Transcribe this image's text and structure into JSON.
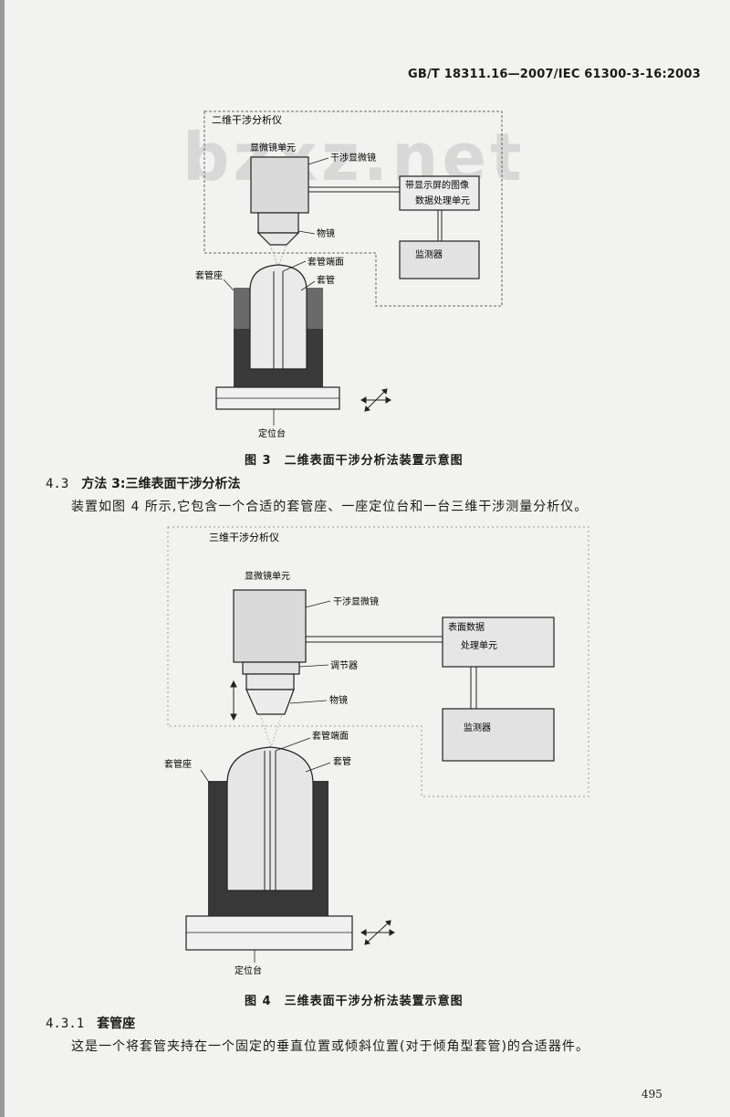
{
  "header": "GB/T 18311.16—2007/IEC 61300-3-16:2003",
  "watermark": "bzxz.net",
  "figure3": {
    "box_title": "二维干涉分析仪",
    "microscope_unit": "显微镜单元",
    "interference_microscope": "干涉显微镜",
    "processing_unit_line1": "带显示屏的图像",
    "processing_unit_line2": "数据处理单元",
    "objective": "物镜",
    "ferrule_end_face": "套管端面",
    "ferrule": "套管",
    "ferrule_holder": "套管座",
    "monitor": "监测器",
    "stage": "定位台",
    "caption": "图 3　二维表面干涉分析法装置示意图"
  },
  "section_4_3": {
    "number": "4.3",
    "title": "方法 3:三维表面干涉分析法",
    "text": "装置如图 4 所示,它包含一个合适的套管座、一座定位台和一台三维干涉测量分析仪。"
  },
  "figure4": {
    "box_title": "三维干涉分析仪",
    "microscope_unit": "显微镜单元",
    "interference_microscope": "干涉显微镜",
    "processing_unit_line1": "表面数据",
    "processing_unit_line2": "处理单元",
    "adjuster": "调节器",
    "objective": "物镜",
    "monitor": "监测器",
    "ferrule_end_face": "套管端面",
    "ferrule": "套管",
    "ferrule_holder": "套管座",
    "stage": "定位台",
    "caption": "图 4　三维表面干涉分析法装置示意图"
  },
  "section_4_3_1": {
    "number": "4.3.1",
    "title": "套管座",
    "text": "这是一个将套管夹持在一个固定的垂直位置或倾斜位置(对于倾角型套管)的合适器件。"
  },
  "page_number": "495"
}
